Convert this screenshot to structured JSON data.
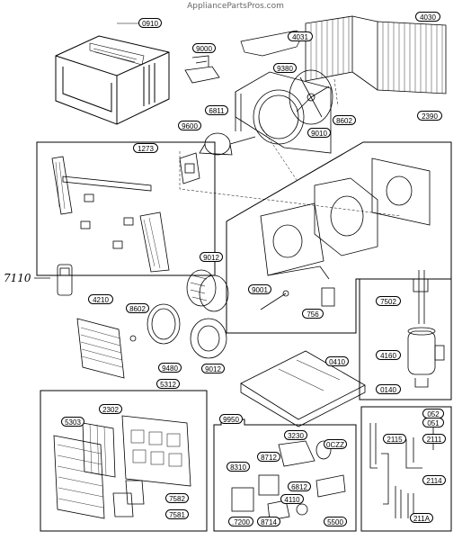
{
  "watermark": "AppliancePartsPros.com",
  "handwritten_note": "7110",
  "part_labels": {
    "p0910": "0910",
    "p4030": "4030",
    "p9000": "9000",
    "p4031": "4031",
    "p9380": "9380",
    "p6811": "6811",
    "p9600": "9600",
    "p8602_top": "8602",
    "p9010": "9010",
    "p2390": "2390",
    "p1273": "1273",
    "p9012_top": "9012",
    "p4210": "4210",
    "p8602_mid": "8602",
    "p9001": "9001",
    "p756": "756",
    "p7502": "7502",
    "p4160": "4160",
    "p9480": "9480",
    "p9012_bot": "9012",
    "p0410": "0410",
    "p0140": "0140",
    "p5312": "5312",
    "p9950": "9950",
    "p5303": "5303",
    "p2302": "2302",
    "p7582": "7582",
    "p7581": "7581",
    "p3230": "3230",
    "p8712": "8712",
    "p0CZZ": "0CZZ",
    "p8310": "8310",
    "p6812": "6812",
    "p4110": "4110",
    "p5500": "5500",
    "p7200": ".7200",
    "p8714": "8714",
    "p052": "052",
    "p051": "051",
    "p2115": "2115",
    "p2111": "2111",
    "p2114": "2114",
    "p211A": "211A"
  }
}
